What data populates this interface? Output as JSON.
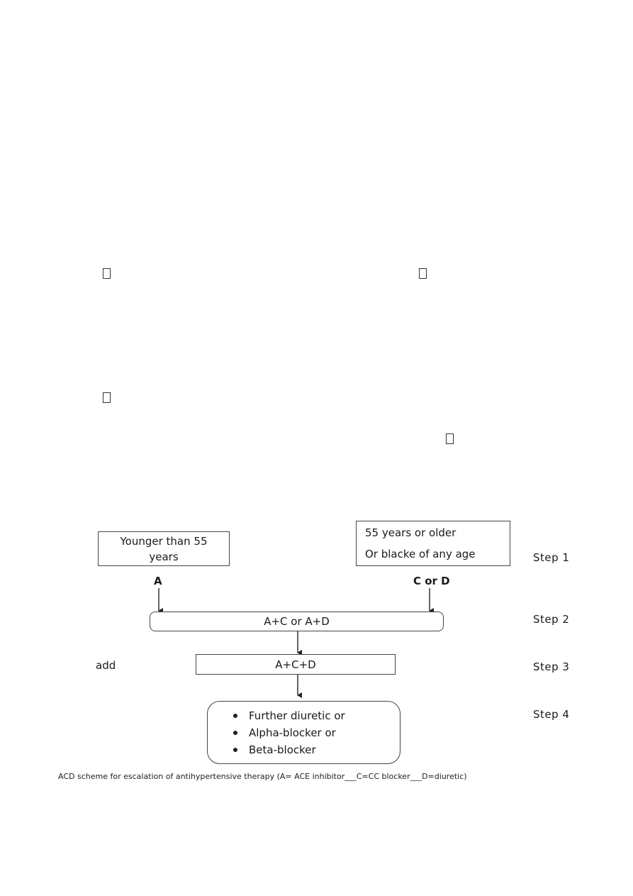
{
  "diagram": {
    "younger_box": {
      "line1": "Younger than 55",
      "line2": "years"
    },
    "older_box": {
      "line1": "55 years or older",
      "line2": "Or blacke of any age"
    },
    "label_a": "A",
    "label_cd": "C or D",
    "step2_box": "A+C or A+D",
    "add_label": "add",
    "step3_box": "A+C+D",
    "step4_items": [
      "Further diuretic  or",
      "Alpha-blocker or",
      "Beta-blocker"
    ],
    "steps": [
      "Step 1",
      "Step 2",
      "Step 3",
      "Step 4"
    ],
    "caption": "ACD scheme for escalation of antihypertensive therapy (A= ACE inhibitor___C=CC blocker___D=diuretic)"
  }
}
